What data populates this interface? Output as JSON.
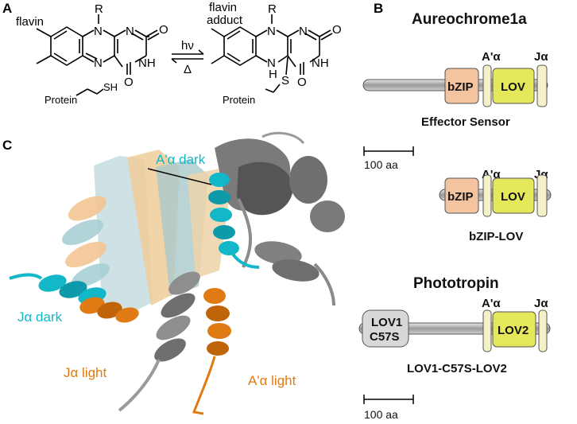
{
  "panels": {
    "a": "A",
    "b": "B",
    "c": "C"
  },
  "panel_a": {
    "flavin_label": "flavin",
    "adduct_label_1": "flavin",
    "adduct_label_2": "adduct",
    "r_group": "R",
    "atom_n": "N",
    "atom_o": "O",
    "atom_nh": "NH",
    "atom_h": "H",
    "atom_s": "S",
    "atom_sh": "SH",
    "protein_label": "Protein",
    "light_arrow": "hν",
    "dark_arrow": "Δ"
  },
  "panel_b": {
    "aureochrome_title": "Aureochrome1a",
    "effector_sensor": "Effector Sensor",
    "bzip_lov_caption": "bZIP-LOV",
    "phototropin_title": "Phototropin",
    "lov1_lov2_caption": "LOV1-C57S-LOV2",
    "scale_label": "100 aa",
    "a_alpha": "A'α",
    "j_alpha": "Jα",
    "bzip": "bZIP",
    "lov": "LOV",
    "lov1_line1": "LOV1",
    "lov1_line2": "C57S",
    "lov2": "LOV2"
  },
  "panel_c": {
    "a_alpha_dark": "A'α dark",
    "j_alpha_dark": "Jα dark",
    "j_alpha_light": "Jα light",
    "a_alpha_light": "A'α light"
  },
  "colors": {
    "cyan": "#12b8c8",
    "orange": "#e07a12",
    "bzip_fill": "#f4c4a0",
    "lov_fill": "#e4e85a",
    "helix_fill": "#f4f0c8",
    "lov1_fill": "#d8d8d8",
    "linker": "#a8a8a8"
  }
}
